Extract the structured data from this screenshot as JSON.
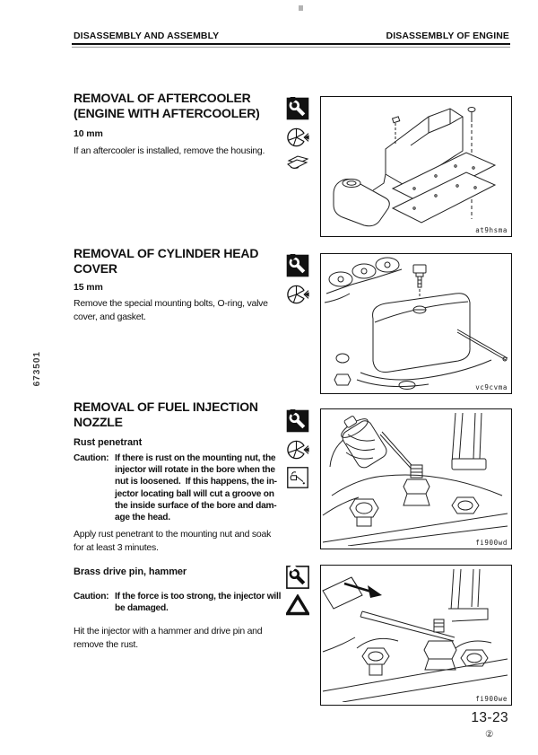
{
  "header": {
    "left_title": "DISASSEMBLY AND ASSEMBLY",
    "right_title": "DISASSEMBLY OF ENGINE"
  },
  "margin": {
    "document_code": "673501"
  },
  "footer": {
    "page_number": "13-23",
    "revision_mark": "②"
  },
  "colors": {
    "ink": "#111111",
    "paper": "#ffffff"
  },
  "sections": [
    {
      "id": "aftercooler",
      "title": "REMOVAL OF AFTERCOOLER\n(ENGINE WITH AFTERCOOLER)",
      "tool_size": "10 mm",
      "body": "If an aftercooler is installed, remove the housing.",
      "icons": [
        "wrench-icon",
        "fan-segments-icon",
        "gasket-icon"
      ],
      "figure_code": "at9hsma"
    },
    {
      "id": "cylinder-head-cover",
      "title": "REMOVAL OF CYLINDER HEAD\nCOVER",
      "tool_size": "15 mm",
      "body": "Remove the special mounting bolts, O-ring, valve\ncover, and gasket.",
      "icons": [
        "wrench-icon",
        "fan-segments-icon"
      ],
      "figure_code": "vc9cvma"
    },
    {
      "id": "fuel-injection-nozzle",
      "title": "REMOVAL OF FUEL INJECTION\nNOZZLE",
      "subtitle": "Rust penetrant",
      "caution_label": "Caution:",
      "caution_text": "If there is rust on the mounting nut, the\ninjector will rotate in the bore when the\nnut is loosened.  If this happens, the in-\njector locating ball will cut a groove on\nthe inside surface of the bore and dam-\nage the head.",
      "body": "Apply rust penetrant to the mounting nut and soak\nfor at least 3 minutes.",
      "icons": [
        "wrench-icon",
        "fan-segments-icon",
        "oil-can-icon"
      ],
      "figure_code": "fi900wd"
    },
    {
      "id": "brass-drive-pin",
      "subtitle": "Brass drive pin, hammer",
      "caution_label": "Caution:",
      "caution_text": "If the force is too strong, the injector will\nbe damaged.",
      "body": "Hit the injector with a hammer and drive pin and\nremove the rust.",
      "icons": [
        "wrench-icon",
        "warning-triangle-icon"
      ],
      "figure_code": "fi900we"
    }
  ]
}
